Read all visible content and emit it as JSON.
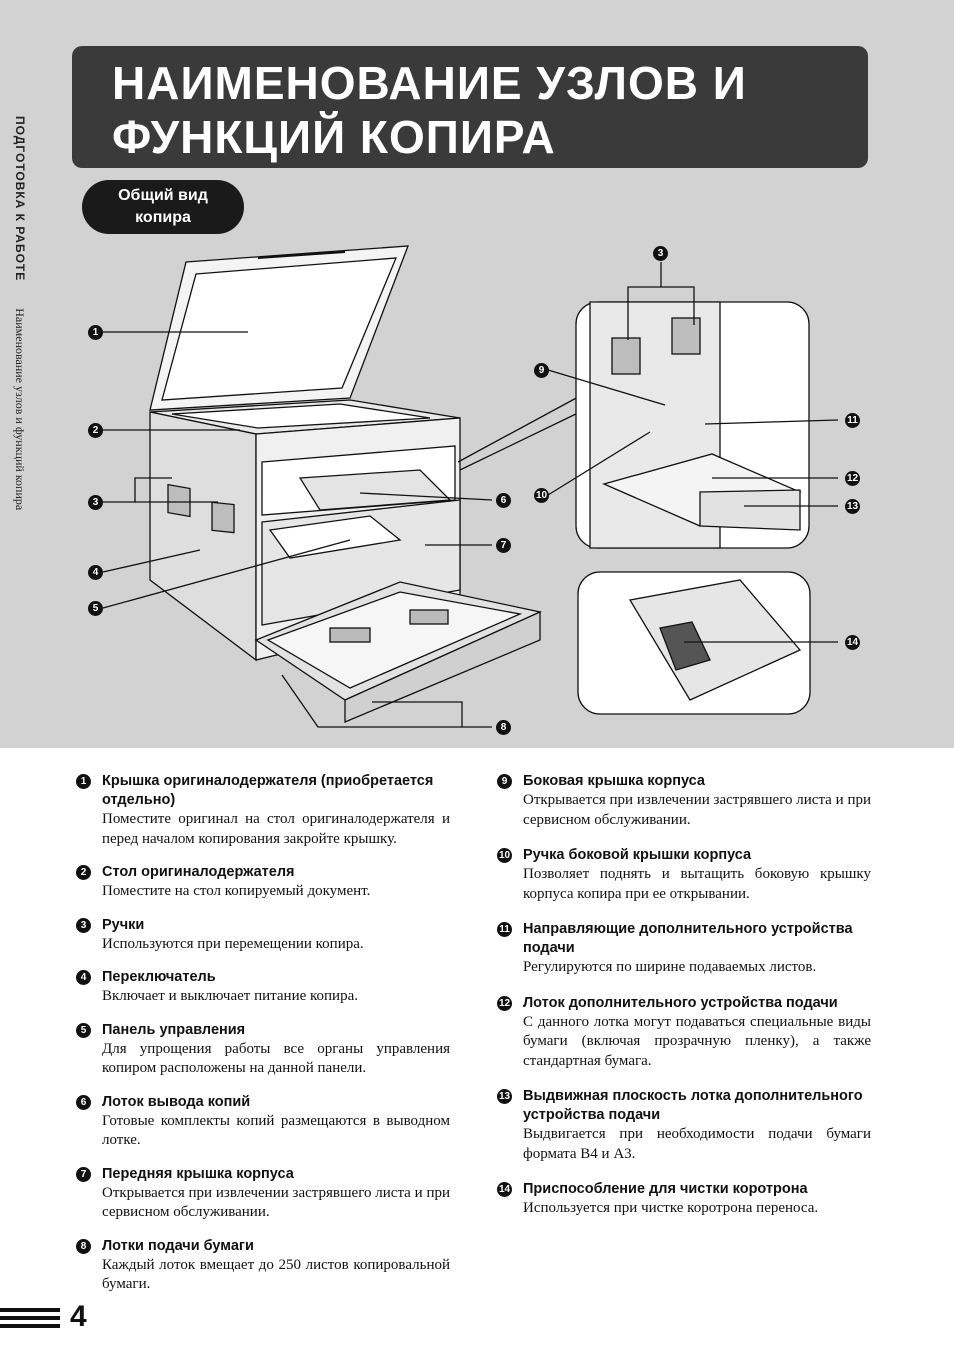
{
  "title": {
    "line1": "НАИМЕНОВАНИЕ УЗЛОВ И",
    "line2": "ФУНКЦИЙ КОПИРА"
  },
  "badge": {
    "line1": "Общий вид",
    "line2": "копира"
  },
  "side_tab": {
    "section": "ПОДГОТОВКА К РАБОТЕ",
    "subsection": "Наименование узлов и функций копира"
  },
  "page_number": "4",
  "callouts": [
    "1",
    "2",
    "3",
    "4",
    "5",
    "6",
    "7",
    "8",
    "9",
    "10",
    "11",
    "12",
    "13",
    "14"
  ],
  "legend_left": [
    {
      "n": "1",
      "title": "Крышка оригиналодержателя (приобретается отдельно)",
      "desc": "Поместите оригинал на стол оригиналодержателя и перед началом копирования закройте крышку."
    },
    {
      "n": "2",
      "title": "Стол оригиналодержателя",
      "desc": "Поместите на стол копируемый документ."
    },
    {
      "n": "3",
      "title": "Ручки",
      "desc": "Используются при перемещении копира."
    },
    {
      "n": "4",
      "title": "Переключатель",
      "desc": "Включает и выключает питание копира."
    },
    {
      "n": "5",
      "title": "Панель управления",
      "desc": "Для упрощения работы все органы управления копиром расположены на данной панели."
    },
    {
      "n": "6",
      "title": "Лоток вывода копий",
      "desc": "Готовые комплекты копий размещаются в выводном лотке."
    },
    {
      "n": "7",
      "title": "Передняя крышка корпуса",
      "desc": "Открывается при извлечении застрявшего листа и при сервисном обслуживании."
    },
    {
      "n": "8",
      "title": "Лотки подачи бумаги",
      "desc": "Каждый лоток вмещает до 250 листов копировальной бумаги."
    }
  ],
  "legend_right": [
    {
      "n": "9",
      "title": "Боковая крышка корпуса",
      "desc": "Открывается при извлечении застрявшего листа и при сервисном обслуживании."
    },
    {
      "n": "10",
      "title": "Ручка боковой крышки корпуса",
      "desc": "Позволяет поднять и вытащить боковую крышку корпуса копира при ее открывании."
    },
    {
      "n": "11",
      "title": "Направляющие дополнительного устройства подачи",
      "desc": "Регулируются по ширине подаваемых листов."
    },
    {
      "n": "12",
      "title": "Лоток дополнительного устройства подачи",
      "desc": "С данного лотка могут подаваться специальные виды бумаги (включая прозрачную пленку), а также стандартная бумага."
    },
    {
      "n": "13",
      "title": "Выдвижная плоскость лотка дополнительного устройства подачи",
      "desc": "Выдвигается при необходимости подачи бумаги формата B4 и A3."
    },
    {
      "n": "14",
      "title": "Приспособление для чистки коротрона",
      "desc": "Используется при чистке коротрона переноса."
    }
  ]
}
